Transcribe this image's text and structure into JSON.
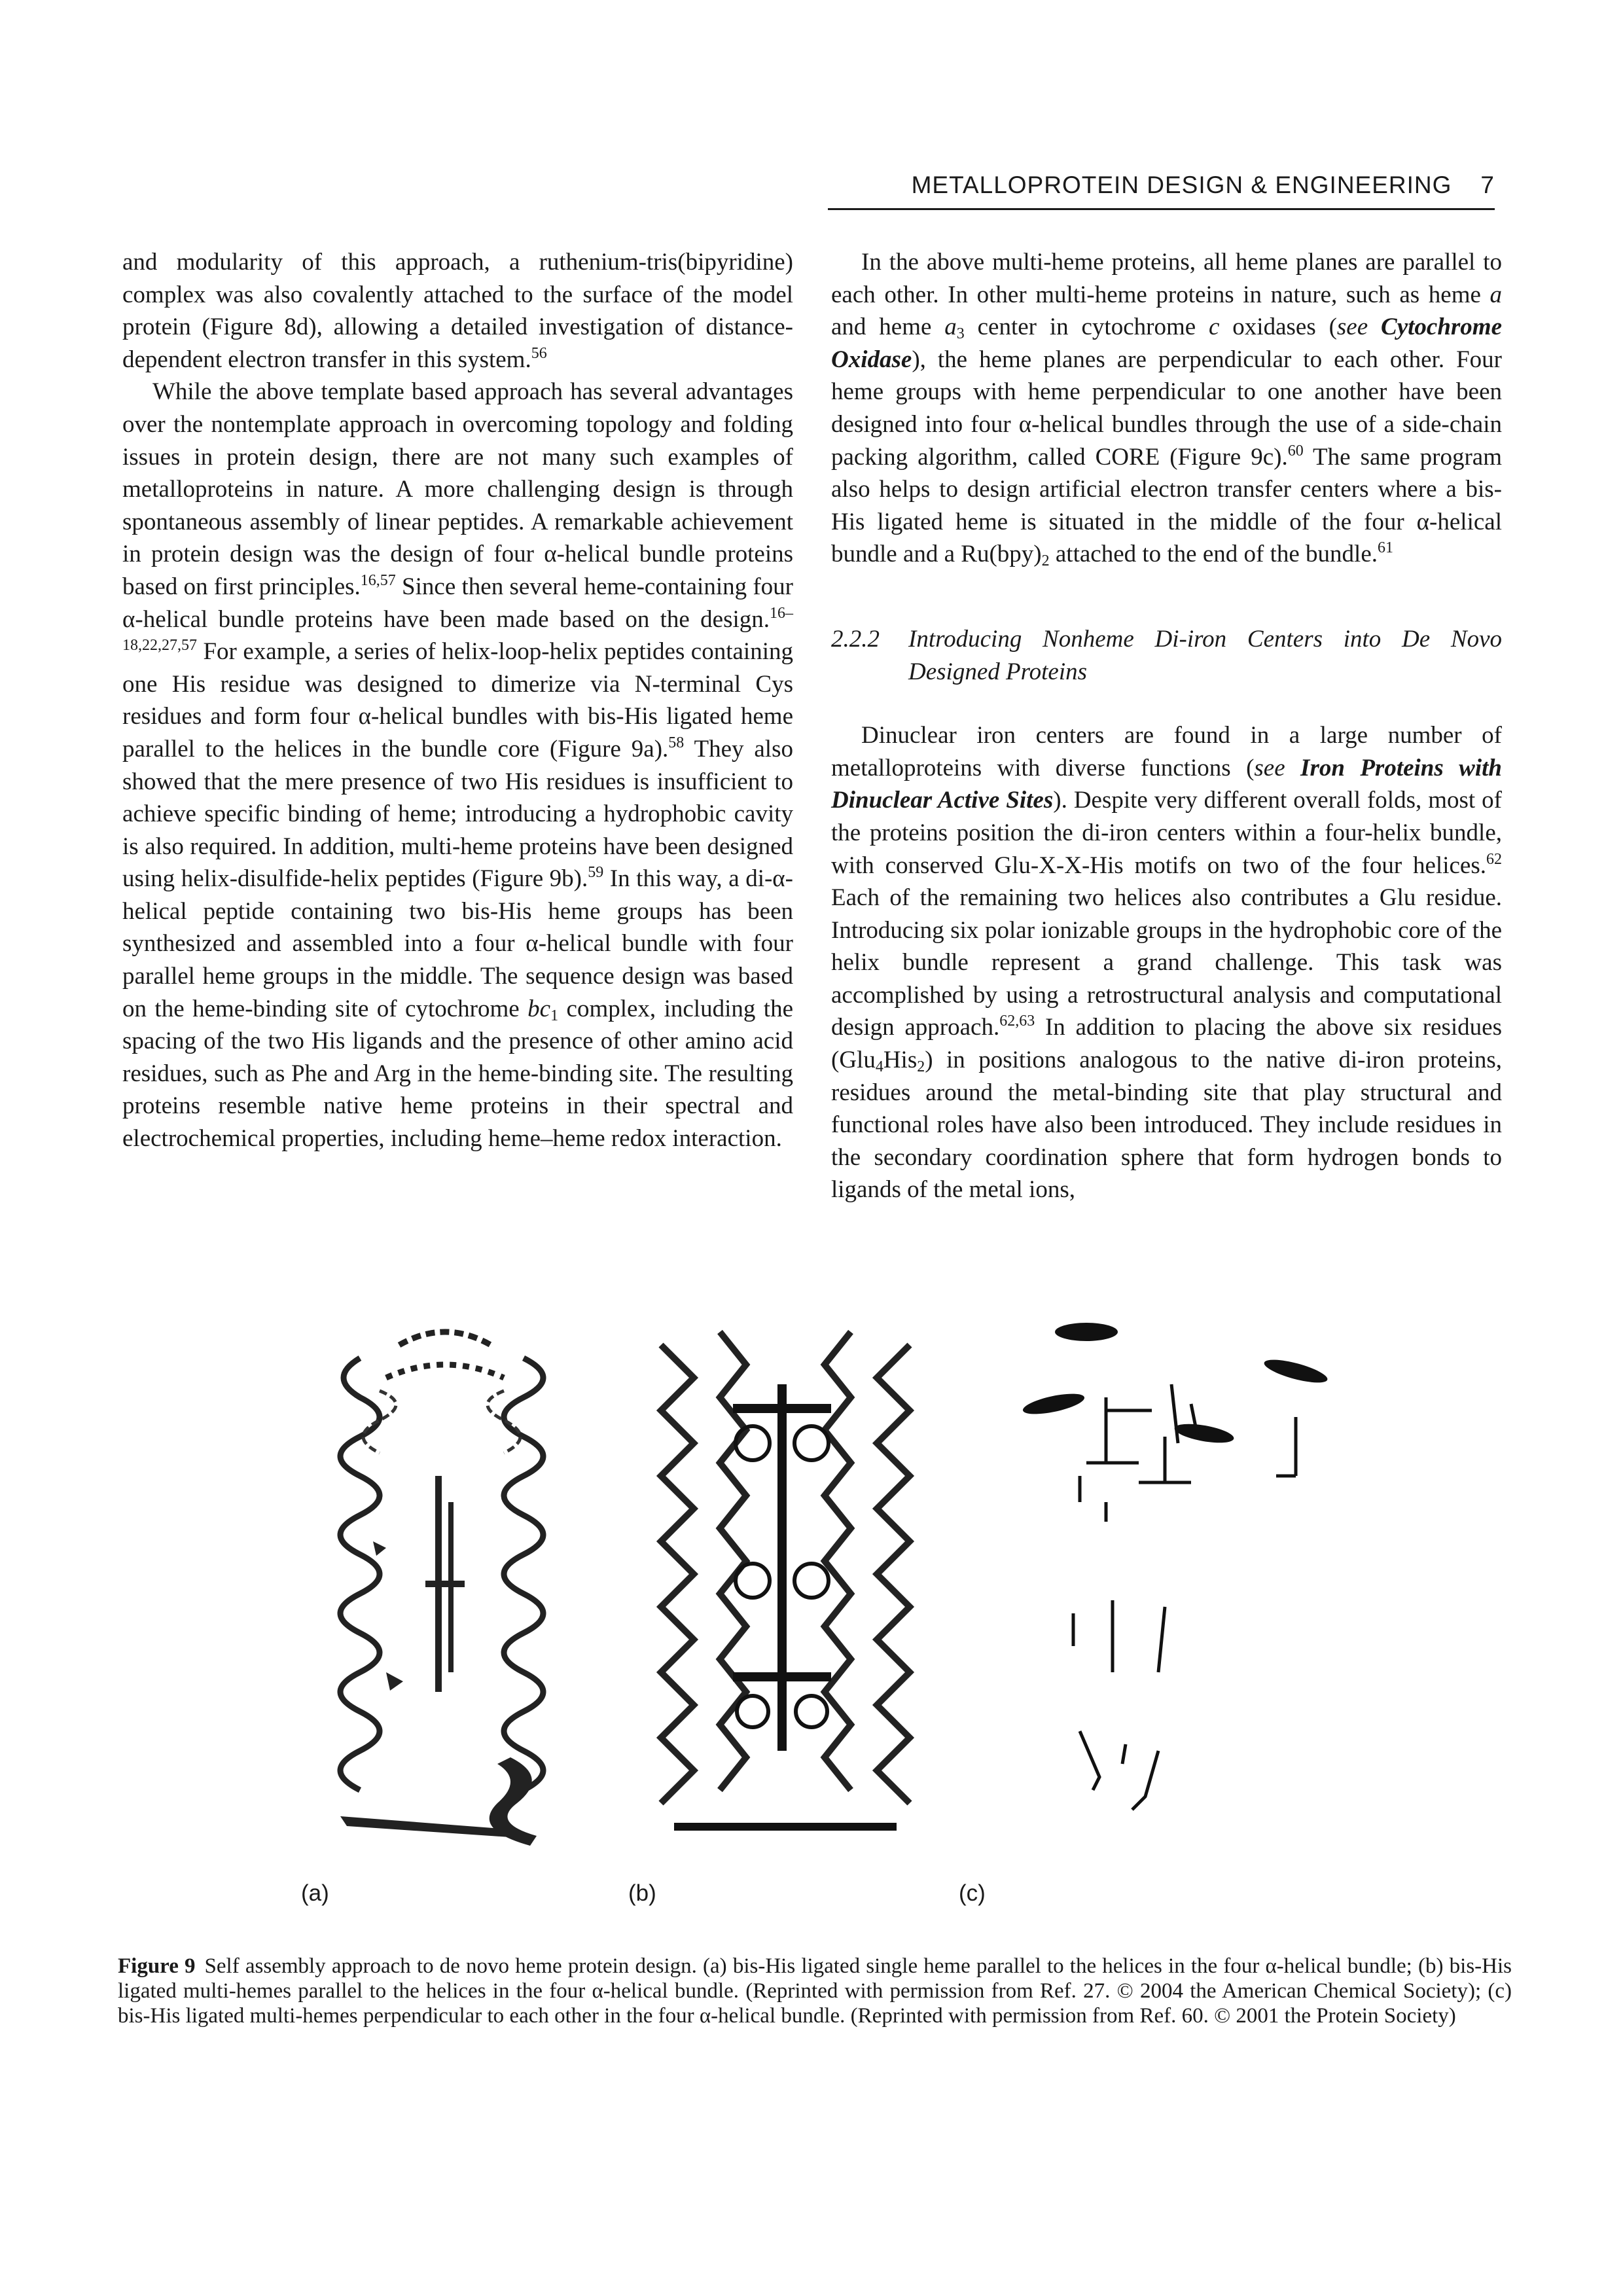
{
  "header": {
    "running_title": "METALLOPROTEIN DESIGN & ENGINEERING",
    "page_number": "7"
  },
  "left_column": {
    "p1": {
      "t1": "and modularity of this approach, a ruthenium-tris(bipyridine) complex was also covalently attached to the surface of the model protein (Figure 8d), allowing a detailed investigation of distance-dependent electron transfer in this system.",
      "r1": "56"
    },
    "p2": {
      "t1": "While the above template based approach has several advantages over the nontemplate approach in overcoming topology and folding issues in protein design, there are not many such examples of metalloproteins in nature. A more challenging design is through spontaneous assembly of linear peptides. A remarkable achievement in protein design was the design of four α-helical bundle proteins based on first principles.",
      "r1": "16,57",
      "t2": " Since then several heme-containing four α-helical bundle proteins have been made based on the design.",
      "r2": "16–18,22,27,57",
      "t3": " For example, a series of helix-loop-helix peptides containing one His residue was designed to dimerize via N-terminal Cys residues and form four α-helical bundles with bis-His ligated heme parallel to the helices in the bundle core (Figure 9a).",
      "r3": "58",
      "t4": " They also showed that the mere presence of two His residues is insufficient to achieve specific binding of heme; introducing a hydrophobic cavity is also required. In addition, multi-heme proteins have been designed using helix-disulfide-helix peptides (Figure 9b).",
      "r4": "59",
      "t5": " In this way, a di-α-helical peptide containing two bis-His heme groups has been synthesized and assembled into a four α-helical bundle with four parallel heme groups in the middle. The sequence design was based on the heme-binding site of cytochrome ",
      "t5_italic": "bc",
      "t5_sub": "1",
      "t6": " complex, including the spacing of the two His ligands and the presence of other amino acid residues, such as Phe and Arg in the heme-binding site. The resulting proteins resemble native heme proteins in their spectral and electrochemical properties, including heme–heme redox interaction."
    }
  },
  "right_column": {
    "p1": {
      "t1": "In the above multi-heme proteins, all heme planes are parallel to each other. In other multi-heme proteins in nature, such as heme ",
      "i1": "a",
      "t2": " and heme ",
      "i2": "a",
      "i2_sub": "3",
      "t3": " center in cytochrome ",
      "i3": "c",
      "t4": " oxidases (",
      "see": "see ",
      "see_ref": "Cytochrome Oxidase",
      "t5": "), the heme planes are perpendicular to each other. Four heme groups with heme perpendicular to one another have been designed into four α-helical bundles through the use of a side-chain packing algorithm, called CORE (Figure 9c).",
      "r1": "60",
      "t6": " The same program also helps to design artificial electron transfer centers where a bis-His ligated heme is situated in the middle of the four α-helical bundle and a Ru(bpy)",
      "t6_sub": "2",
      "t7": " attached to the end of the bundle.",
      "r2": "61"
    },
    "section": {
      "number": "2.2.2",
      "title": "Introducing Nonheme Di-iron Centers into De Novo Designed Proteins"
    },
    "p2": {
      "t1": "Dinuclear iron centers are found in a large number of metalloproteins with diverse functions (",
      "see": "see ",
      "see_ref": "Iron Proteins with Dinuclear Active Sites",
      "t2": "). Despite very different overall folds, most of the proteins position the di-iron centers within a four-helix bundle, with conserved Glu-X-X-His motifs on two of the four helices.",
      "r1": "62",
      "t3": " Each of the remaining two helices also contributes a Glu residue. Introducing six polar ionizable groups in the hydrophobic core of the helix bundle represent a grand challenge. This task was accomplished by using a retrostructural analysis and computational design approach.",
      "r2": "62,63",
      "t4": " In addition to placing the above six residues (Glu",
      "s1": "4",
      "t5": "His",
      "s2": "2",
      "t6": ") in positions analogous to the native di-iron proteins, residues around the metal-binding site that play structural and functional roles have also been introduced. They include residues in the secondary coordination sphere that form hydrogen bonds to ligands of the metal ions,"
    }
  },
  "figure": {
    "panel_labels": [
      "(a)",
      "(b)",
      "(c)"
    ],
    "caption_label": "Figure 9",
    "caption_text": "Self assembly approach to de novo heme protein design. (a) bis-His ligated single heme parallel to the helices in the four α-helical bundle; (b) bis-His ligated multi-hemes parallel to the helices in the four α-helical bundle. (Reprinted with permission from Ref. 27. © 2004 the American Chemical Society); (c) bis-His ligated multi-hemes perpendicular to each other in the four α-helical bundle. (Reprinted with permission from Ref. 60. © 2001 the Protein Society)"
  }
}
